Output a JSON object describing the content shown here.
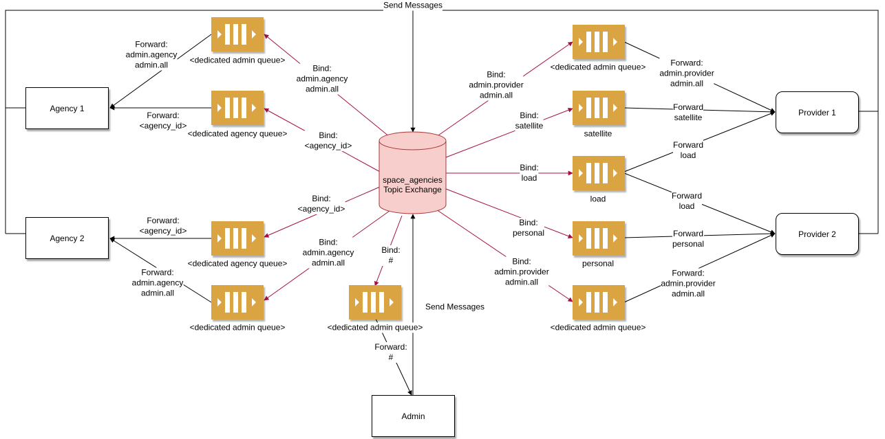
{
  "colors": {
    "bind_edge": "#a50f3b",
    "queue_fill": "#d9a441",
    "exchange_fill": "#f8cecc",
    "exchange_stroke": "#a33"
  },
  "top_label": "Send Messages",
  "exchange": {
    "line1": "space_agencies",
    "line2": "Topic Exchange"
  },
  "nodes": {
    "agency1": "Agency 1",
    "agency2": "Agency 2",
    "provider1": "Provider 1",
    "provider2": "Provider 2",
    "admin": "Admin"
  },
  "queues": {
    "a1_admin": "<dedicated admin queue>",
    "a1_agency": "<dedicated agency queue>",
    "a2_agency": "<dedicated agency queue>",
    "a2_admin": "<dedicated admin queue>",
    "admin_q": "<dedicated admin queue>",
    "p_admin_top": "<dedicated admin queue>",
    "satellite": "satellite",
    "load": "load",
    "personal": "personal",
    "p_admin_bottom": "<dedicated admin queue>"
  },
  "edge_labels": {
    "fwd_a1_admin": [
      "Forward:",
      "admin.agency",
      "admin.all"
    ],
    "fwd_a1_agency": [
      "Forward:",
      "<agency_id>"
    ],
    "fwd_a2_agency": [
      "Forward:",
      "<agency_id>"
    ],
    "fwd_a2_admin": [
      "Forward:",
      "admin.agency",
      "admin.all"
    ],
    "bind_a1_admin": [
      "Bind:",
      "admin.agency",
      "admin.all"
    ],
    "bind_a1_agency": [
      "Bind:",
      "<agency_id>"
    ],
    "bind_a2_agency": [
      "Bind:",
      "<agency_id>"
    ],
    "bind_a2_admin": [
      "Bind:",
      "admin.agency",
      "admin.all"
    ],
    "bind_admin": [
      "Bind:",
      "#"
    ],
    "send_admin": [
      "Send Messages"
    ],
    "fwd_admin": [
      "Forward:",
      "#"
    ],
    "bind_p_admin_top": [
      "Bind:",
      "admin.provider",
      "admin.all"
    ],
    "bind_satellite": [
      "Bind:",
      "satellite"
    ],
    "bind_load": [
      "Bind:",
      "load"
    ],
    "bind_personal": [
      "Bind:",
      "personal"
    ],
    "bind_p_admin_bottom": [
      "Bind:",
      "admin.provider",
      "admin.all"
    ],
    "fwd_p_admin_top": [
      "Forward:",
      "admin.provider",
      "admin.all"
    ],
    "fwd_satellite": [
      "Forward",
      "satellite"
    ],
    "fwd_load_p1": [
      "Forward",
      "load"
    ],
    "fwd_load_p2": [
      "Forward",
      "load"
    ],
    "fwd_personal": [
      "Forward",
      "personal"
    ],
    "fwd_p_admin_bottom": [
      "Forward:",
      "admin.provider",
      "admin.all"
    ]
  }
}
